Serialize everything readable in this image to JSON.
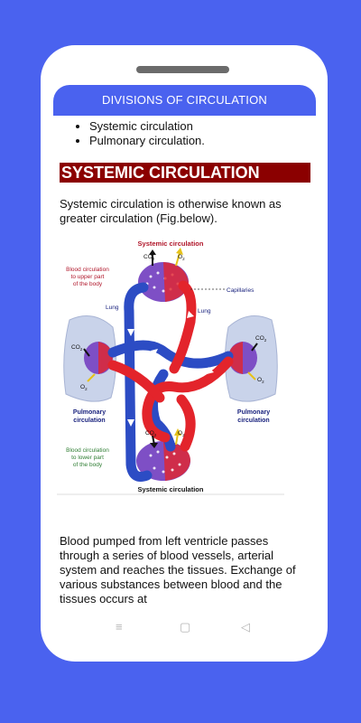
{
  "appbar": {
    "title": "DIVISIONS OF CIRCULATION"
  },
  "bullets": [
    "Systemic circulation",
    "Pulmonary circulation."
  ],
  "section": {
    "heading": "SYSTEMIC CIRCULATION",
    "intro": "Systemic circulation is otherwise known as greater  circulation (Fig.below).",
    "body": "Blood pumped from left ventricle  passes through a series of blood vessels, arterial system and reaches the tissues. Exchange of various  substances between blood and the tissues occurs at"
  },
  "diagram": {
    "title_top": "Systemic circulation",
    "title_bottom": "Systemic circulation",
    "upper_body": [
      "Blood circulation",
      "to upper part",
      "of the body"
    ],
    "lower_body": [
      "Blood circulation",
      "to lower part",
      "of the body"
    ],
    "capillaries": "Capillaries",
    "lung_left": "Lung",
    "lung_right": "Lung",
    "pulmonary_left": [
      "Pulmonary",
      "circulation"
    ],
    "pulmonary_right": [
      "Pulmonary",
      "circulation"
    ],
    "co2": "CO",
    "o2": "O",
    "sub2": "2"
  },
  "colors": {
    "accent": "#4a62ef",
    "heading_bg": "#8b0000",
    "artery": "#e3242b",
    "vein": "#2c4cc4",
    "lung": "#c9d3ea"
  },
  "navigation": {
    "menu_icon": "≡",
    "home_icon": "▢",
    "back_icon": "◁"
  }
}
